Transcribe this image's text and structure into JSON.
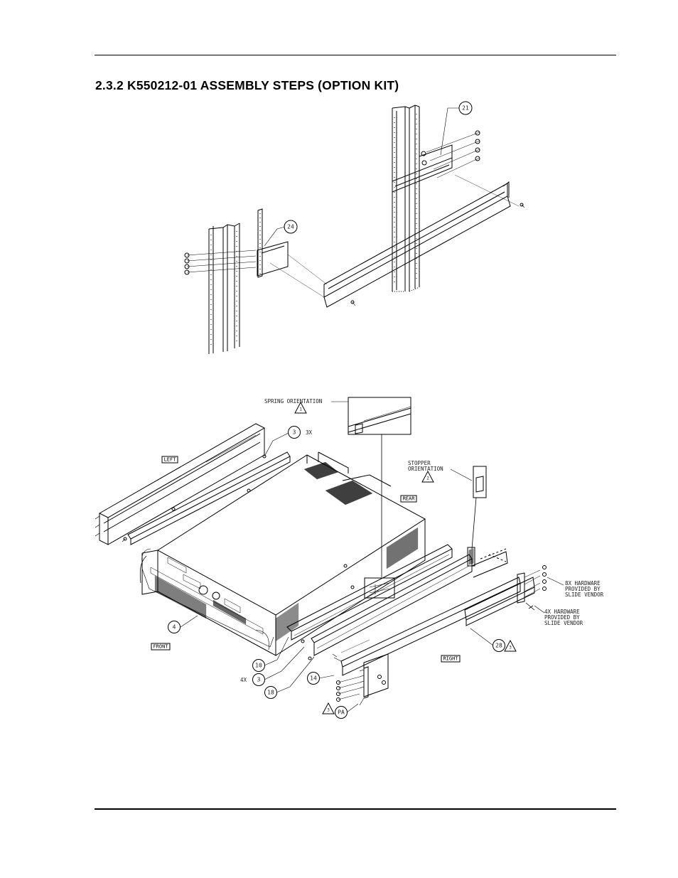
{
  "page": {
    "heading": "2.3.2 K550212-01 ASSEMBLY STEPS (OPTION KIT)"
  },
  "figure_top": {
    "callouts": {
      "c21": "21",
      "c24": "24"
    }
  },
  "figure_bottom": {
    "notes": {
      "spring_line1": "SPRING ORIENTATION",
      "spring_flag": "1",
      "stopper_line1": "STOPPER",
      "stopper_line2": "ORIENTATION",
      "stopper_flag": "2",
      "hw8_line1": "8X HARDWARE",
      "hw8_line2": "PROVIDED BY",
      "hw8_line3": "SLIDE VENDOR",
      "hw4_line1": "4X HARDWARE",
      "hw4_line2": "PROVIDED BY",
      "hw4_line3": "SLIDE VENDOR",
      "qty3x": "3X",
      "qty4x": "4X"
    },
    "tags": {
      "left": "LEFT",
      "rear": "REAR",
      "front": "FRONT",
      "right": "RIGHT"
    },
    "callouts": {
      "c3a": "3",
      "c3b": "3",
      "c4": "4",
      "c10": "10",
      "c18": "18",
      "c14": "14",
      "c28": "28",
      "c28_flag": "3",
      "cPA": "PA",
      "cPA_flag": "3"
    }
  }
}
